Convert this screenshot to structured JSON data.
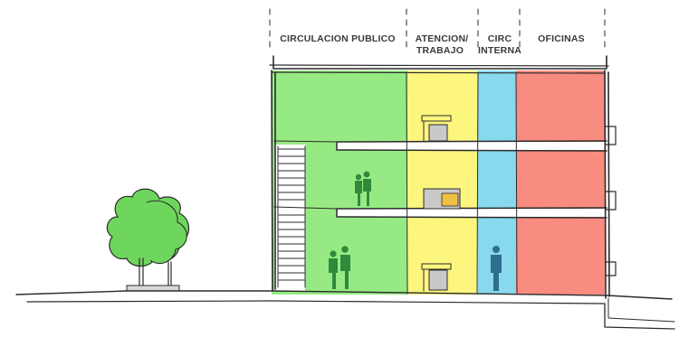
{
  "diagram": {
    "zones": [
      {
        "id": "circulacion-publico",
        "lines": [
          "CIRCULACION PUBLICO"
        ],
        "color": "#97ea83"
      },
      {
        "id": "atencion-trabajo",
        "lines": [
          "ATENCION/",
          "TRABAJO"
        ],
        "color": "#fcf57e"
      },
      {
        "id": "circ-interna",
        "lines": [
          "CIRC",
          "INTERNA"
        ],
        "color": "#88d8ee"
      },
      {
        "id": "oficinas",
        "lines": [
          "OFICINAS"
        ],
        "color": "#f88c80"
      }
    ],
    "colors": {
      "ink": "#2b2b2b",
      "tree": "#6ed65c",
      "figure_green": "#2f8a3c",
      "figure_blue": "#2e6e8e",
      "desk": "#c9c9c9"
    },
    "icons": [
      "tree-icon",
      "person-icon",
      "desk-icon",
      "stair-icon"
    ]
  }
}
